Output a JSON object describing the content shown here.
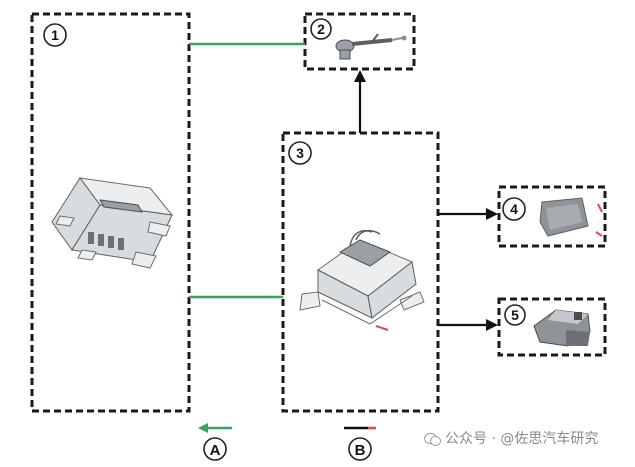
{
  "components": [
    {
      "id": "1",
      "label": "1",
      "icon": "control-module-icon"
    },
    {
      "id": "2",
      "label": "2",
      "icon": "sensor-harness-icon"
    },
    {
      "id": "3",
      "label": "3",
      "icon": "airbag-control-unit-icon"
    },
    {
      "id": "4",
      "label": "4",
      "icon": "pad-sensor-icon"
    },
    {
      "id": "5",
      "label": "5",
      "icon": "actuator-icon"
    }
  ],
  "legend": [
    {
      "id": "A",
      "label": "A",
      "color": "#3aa35a",
      "icon": "left-arrow-icon"
    },
    {
      "id": "B",
      "label": "B",
      "color": "#111111",
      "icon": "bicolor-line-icon"
    }
  ],
  "colors": {
    "green_wire": "#3aa35a",
    "black_wire": "#111111",
    "red_accent": "#e04a4a"
  },
  "watermark": {
    "text": "公众号 · @佐思汽车研究",
    "icon": "wechat-icon"
  }
}
